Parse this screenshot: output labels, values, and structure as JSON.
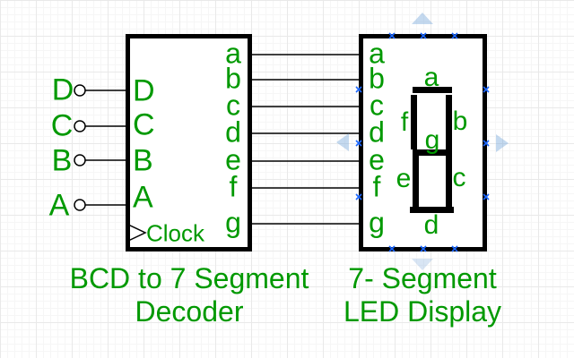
{
  "canvas": {
    "kind": "circuit-diagram-editor-canvas"
  },
  "colors": {
    "label_green": "#009900",
    "wire_black": "#000000",
    "shape_fill": "#ffffff",
    "connection_point_blue": "#1a66ff",
    "direction_arrow_blue": "#bcd4ee",
    "grid_minor": "#f6f6f6",
    "grid_major": "#e9e9e9"
  },
  "decoder": {
    "title_line1": "BCD to 7 Segment",
    "title_line2": "Decoder",
    "input_pins": [
      "D",
      "C",
      "B",
      "A"
    ],
    "output_pins": [
      "a",
      "b",
      "c",
      "d",
      "e",
      "f",
      "g"
    ],
    "clock_label": "Clock"
  },
  "display": {
    "title_line1": "7- Segment",
    "title_line2": "LED Display",
    "input_pins": [
      "a",
      "b",
      "c",
      "d",
      "e",
      "f",
      "g"
    ],
    "segment_labels": {
      "a": "a",
      "b": "b",
      "c": "c",
      "d": "d",
      "e": "e",
      "f": "f",
      "g": "g"
    }
  },
  "external_inputs": [
    "D",
    "C",
    "B",
    "A"
  ],
  "icons": {
    "connection_point": "blue-x-cross",
    "direction_arrows": [
      "up",
      "down",
      "left",
      "right"
    ]
  }
}
